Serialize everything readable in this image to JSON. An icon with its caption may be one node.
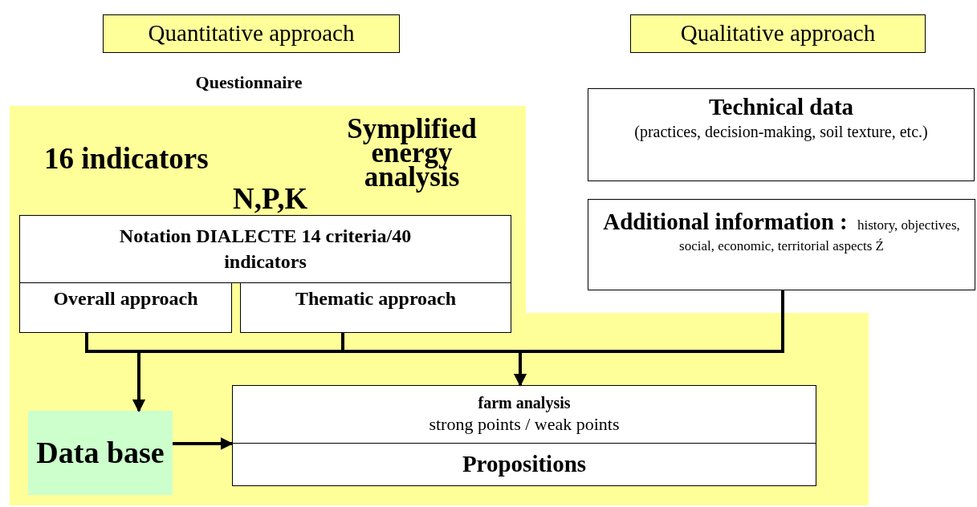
{
  "diagram": {
    "nodes": [
      {
        "text": [
          "Quantitative approach"
        ]
      },
      {
        "text": [
          "Qualitative approach"
        ]
      },
      {
        "text": [
          "Technical data",
          "(practices, decision-making, soil texture, etc.)"
        ]
      },
      {
        "text": [
          "**Additional information :** history, objectives, social, economic, territorial aspects Ź"
        ]
      },
      {
        "text": [
          "16 indicators",
          "N,P,K",
          "Symplified energy analysis"
        ]
      },
      {
        "text": [
          "Notation DIALECTE 14 criteria/40 indicators"
        ],
        "in": 4
      },
      {
        "text": [
          "Overall approach"
        ],
        "in": 4
      },
      {
        "text": [
          "Thematic approach"
        ],
        "in": 4
      },
      {
        "text": [
          "Data base"
        ],
        "in": 4
      },
      {
        "text": [
          "farm analysis",
          "strong points / weak points",
          "Propositions"
        ],
        "in": 4
      }
    ],
    "edges": [
      {
        "from": 6,
        "to": 8,
        "arrow": "to"
      },
      {
        "from": 7,
        "to": 8,
        "arrow": "to"
      },
      {
        "from": 3,
        "to": 8,
        "arrow": "to"
      },
      {
        "from": 6,
        "to": 9,
        "arrow": "to"
      },
      {
        "from": 7,
        "to": 9,
        "arrow": "to"
      },
      {
        "from": 3,
        "to": 9,
        "arrow": "to"
      },
      {
        "from": 8,
        "to": 9,
        "arrow": "to"
      }
    ],
    "labels": [
      "Questionnaire"
    ]
  }
}
